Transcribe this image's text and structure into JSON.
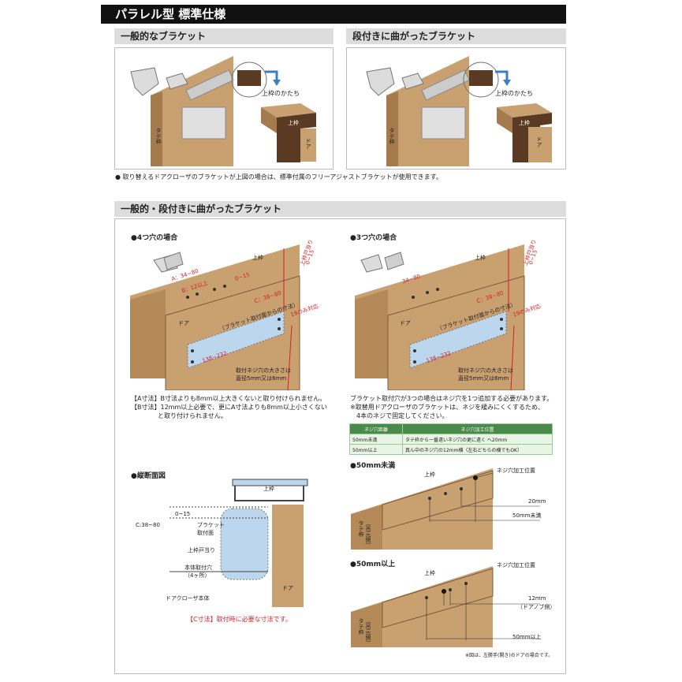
{
  "title": "パラレル型 標準仕様",
  "top_left": {
    "header": "一般的なブラケット",
    "frame_label": "上枠のかたち",
    "upper_frame": "上枠",
    "door": "ドア",
    "side_frame": "タテ枠"
  },
  "top_right": {
    "header": "段付きに曲がったブラケット",
    "frame_label": "上枠のかたち",
    "upper_frame": "上枠",
    "door": "ドア",
    "side_frame": "タテ枠"
  },
  "note": "● 取り替えるドアクローザのブラケットが上図の場合は、標準付属のフリーアジャストブラケットが使用できます。",
  "section2": {
    "header": "一般的・段付きに曲がったブラケット"
  },
  "four_holes": {
    "title": "●4つ穴の場合",
    "upper_frame": "上枠",
    "stop_label": "上枠戸当り",
    "stop_range": "0~15",
    "dim_a": "A：34~80",
    "dim_b": "B：12以上",
    "dim_0_15": "0~15",
    "dim_c": "C：38~80",
    "dim_c_note": "（ブラケット取付面からの寸法）",
    "dim_19": "19のみ対応",
    "door": "ドア",
    "dim_len": "138~232",
    "screw_note_1": "取付ネジ穴の大きさは",
    "screw_note_2": "直径5mm又は6mm",
    "a_tag": "【A寸法】",
    "a_text": "B寸法よりも8mm以上大きくないと取り付けられません。",
    "b_tag": "【B寸法】",
    "b_text_1": "12mm以上必要で、更にA寸法よりも8mm以上小さくない",
    "b_text_2": "と取り付けられません。"
  },
  "three_holes": {
    "title": "●3つ穴の場合",
    "upper_frame": "上枠",
    "stop_label": "上枠戸当り",
    "stop_range": "0~15",
    "dim_a": "34~80",
    "dim_c": "C：38~80",
    "dim_c_note": "（ブラケット取付面からの寸法）",
    "dim_19": "19のみ対応",
    "door": "ドア",
    "dim_len": "138~232",
    "screw_note_1": "取付ネジ穴の大きさは",
    "screw_note_2": "直径5mm又は6mm",
    "text_1": "ブラケット取付穴が3つの場合はネジ穴を1つ追加する必要があります。",
    "text_2": "※取替用ドアクローザのブラケットは、ネジを緩みにくくするため、",
    "text_3": "4本のネジで固定してください。",
    "table": {
      "headers": [
        "ネジ穴距離",
        "ネジ穴加工位置"
      ],
      "rows": [
        [
          "50mm未満",
          "タテ枠から一番遠いネジ穴の更に遠く へ20mm"
        ],
        [
          "50mm以上",
          "真ん中のネジ穴の12mm横（左右どちらの横でもOK）"
        ]
      ]
    }
  },
  "section_view": {
    "title": "●縦断面図",
    "upper_frame": "上枠",
    "range_0_15": "0~15",
    "bracket_label_1": "ブラケット",
    "bracket_label_2": "取付面",
    "c_dim": "C:38~80",
    "stop": "上枠戸当り",
    "body_hole_1": "本体取付穴",
    "body_hole_2": "（4ヶ所）",
    "closer_body": "ドアクローザ本体",
    "door": "ドア",
    "c_tag": "【C寸法】",
    "c_text": "取付時に必要な寸法です。"
  },
  "under50": {
    "title": "●50mm未満",
    "upper_frame": "上枠",
    "side_frame": "タテ枠",
    "side_frame_sub": "（吊元側）",
    "position": "ネジ穴加工位置",
    "d1": "20mm",
    "d2": "50mm未満"
  },
  "over50": {
    "title": "●50mm以上",
    "upper_frame": "上枠",
    "side_frame": "タテ枠",
    "side_frame_sub": "（吊元側）",
    "position": "ネジ穴加工位置",
    "d1": "12mm",
    "d1_sub": "（ドアノブ側）",
    "d2": "50mm以上",
    "footnote": "※図は、左勝手(開き)のドアの場合です。"
  },
  "colors": {
    "wood": "#c9a070",
    "wood_dark": "#5a3a22",
    "bracket": "#bcd6ee",
    "red": "#d4202a",
    "accent_arrow": "#3a7fc4"
  }
}
